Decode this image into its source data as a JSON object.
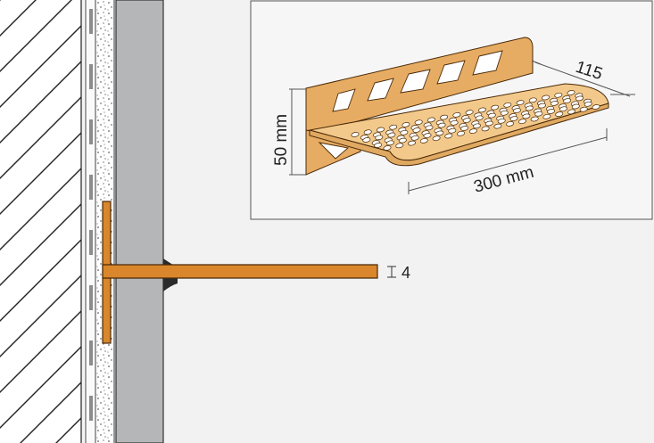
{
  "labels": {
    "thickness": "4",
    "height": "50 mm",
    "width": "300 mm",
    "depth": "115"
  },
  "colors": {
    "background": "#f2f2f3",
    "profile": "#d9862c",
    "profile_outline": "#4a2a08",
    "shelf_fill": "#f3c98b",
    "shelf_dark": "#e0a962",
    "wall": "#b5b6b8",
    "adhesive": "#ffffff"
  }
}
